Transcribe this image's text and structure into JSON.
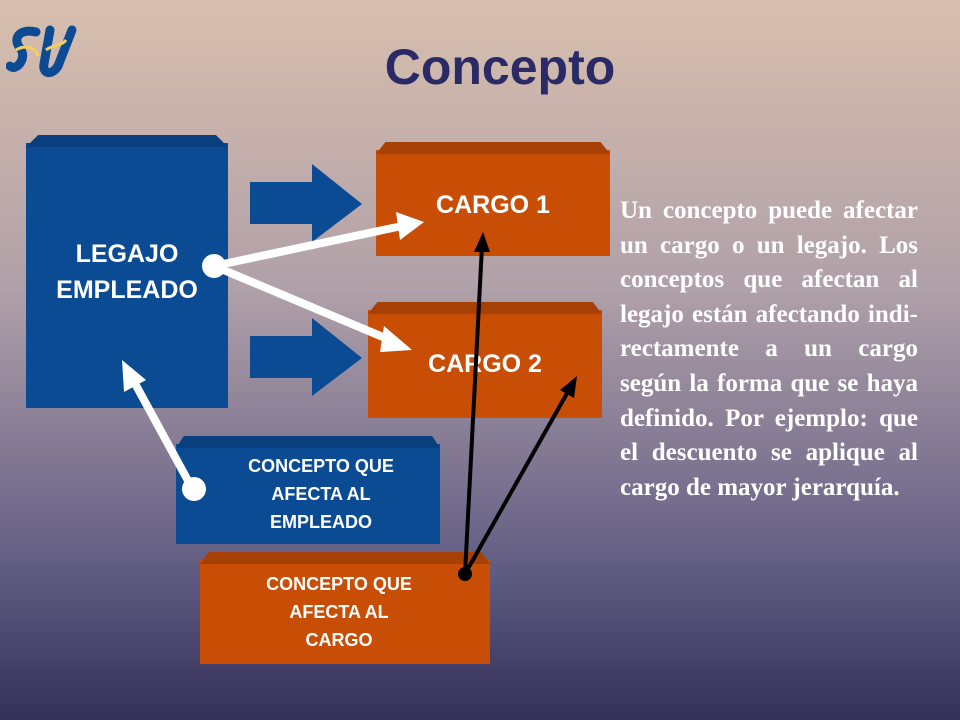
{
  "title": "Concepto",
  "logo_icon": "si-logo-icon",
  "boxes": {
    "legajo": "LEGAJO\nEMPLEADO",
    "cargo1": "CARGO 1",
    "cargo2": "CARGO 2",
    "concepto_empleado": "CONCEPTO QUE\nAFECTA  AL\nEMPLEADO",
    "concepto_cargo": "CONCEPTO QUE\nAFECTA  AL\nCARGO"
  },
  "description": "Un concepto puede afectar un cargo o un legajo. Los conceptos que afectan al legajo están afectando indi-rectamente a un cargo según la forma que se haya definido. Por ejemplo: que el descuento se aplique al cargo de mayor jerarquía.",
  "colors": {
    "blue_box": "#0b4b94",
    "orange_box": "#c94e05",
    "title": "#2a2a66",
    "text": "#ffffff"
  }
}
